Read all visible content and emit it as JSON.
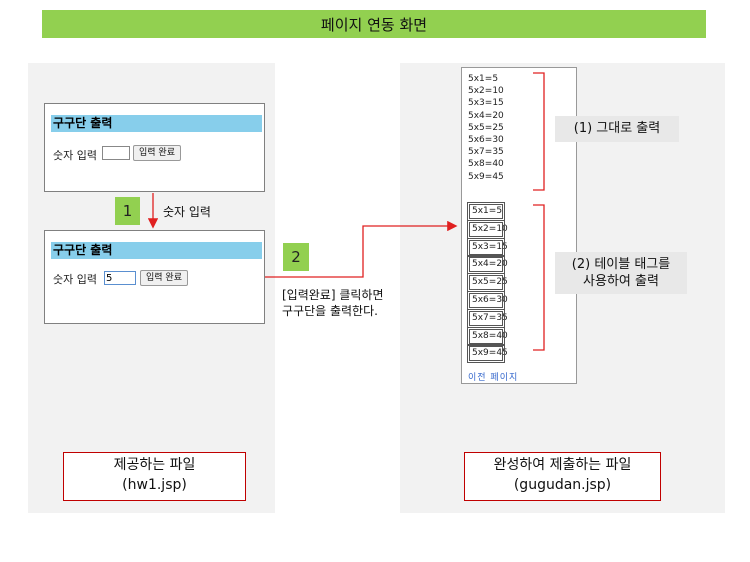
{
  "title": "페이지 연동 화면",
  "left_form_a": {
    "heading": "구구단 출력",
    "label": "숫자 입력",
    "input_value": "",
    "button": "입력 완료"
  },
  "left_form_b": {
    "heading": "구구단 출력",
    "label": "숫자 입력",
    "input_value": "5",
    "button": "입력 완료"
  },
  "step1": {
    "number": "1",
    "note": "숫자 입력"
  },
  "step2": {
    "number": "2",
    "note_line1": "[입력완료] 클릭하면",
    "note_line2": "구구단을 출력한다."
  },
  "plain_lines": [
    "5x1=5",
    "5x2=10",
    "5x3=15",
    "5x4=20",
    "5x5=25",
    "5x6=30",
    "5x7=35",
    "5x8=40",
    "5x9=45"
  ],
  "table_cells": [
    "5x1=5",
    "5x2=10",
    "5x3=15",
    "5x4=20",
    "5x5=25",
    "5x6=30",
    "5x7=35",
    "5x8=40",
    "5x9=45"
  ],
  "prev_link": "이전 페이지",
  "label1": "(1) 그대로 출력",
  "label2_line1": "(2) 테이블 태그를",
  "label2_line2": "사용하여 출력",
  "caption_left_line1": "제공하는 파일",
  "caption_left_line2": "(hw1.jsp)",
  "caption_right_line1": "완성하여 제출하는 파일",
  "caption_right_line2": "(gugudan.jsp)",
  "colors": {
    "title_bg": "#92d050",
    "heading_bg": "#87ceeb",
    "arrow": "#e02020",
    "caption_border": "#c00000"
  }
}
